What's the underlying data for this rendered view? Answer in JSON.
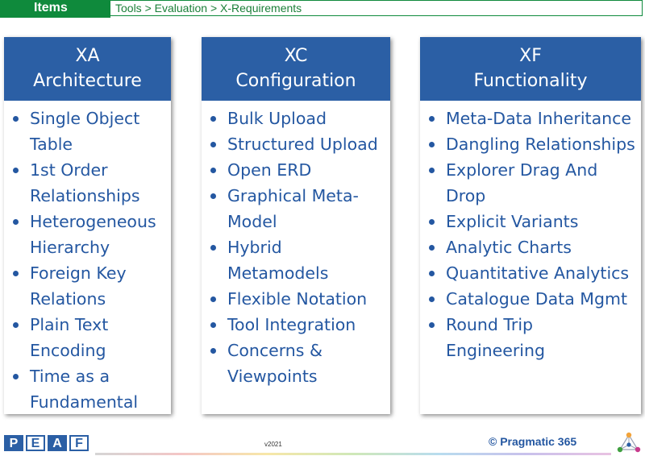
{
  "header": {
    "items_tab": "Items",
    "breadcrumb": [
      "Tools",
      "Evaluation",
      "X-Requirements"
    ],
    "separator": ">"
  },
  "cards": [
    {
      "code": "XA",
      "title": "Architecture",
      "items": [
        [
          "Single Object",
          "Table"
        ],
        [
          "1st Order",
          "Relationships"
        ],
        [
          "Heterogeneous",
          "Hierarchy"
        ],
        [
          "Foreign Key",
          "Relations"
        ],
        [
          "Plain Text",
          "Encoding"
        ],
        [
          "Time as a",
          "Fundamental"
        ]
      ]
    },
    {
      "code": "XC",
      "title": "Configuration",
      "items": [
        [
          "Bulk Upload"
        ],
        [
          "Structured Upload"
        ],
        [
          "Open ERD"
        ],
        [
          "Graphical Meta-",
          "Model"
        ],
        [
          "Hybrid",
          "Metamodels"
        ],
        [
          "Flexible Notation"
        ],
        [
          "Tool Integration"
        ],
        [
          "Concerns &",
          "Viewpoints"
        ]
      ]
    },
    {
      "code": "XF",
      "title": "Functionality",
      "items": [
        [
          "Meta-Data Inheritance"
        ],
        [
          "Dangling Relationships"
        ],
        [
          "Explorer Drag And",
          "Drop"
        ],
        [
          "Explicit Variants"
        ],
        [
          "Analytic Charts"
        ],
        [
          "Quantitative Analytics"
        ],
        [
          "Catalogue Data Mgmt"
        ],
        [
          "Round Trip",
          "Engineering"
        ]
      ]
    }
  ],
  "footer": {
    "peaf_letters": [
      "P",
      "E",
      "A",
      "F"
    ],
    "version": "v2021",
    "brand": "© Pragmatic 365"
  },
  "colors": {
    "green": "#0f8a3c",
    "header_blue": "#2b5fa5",
    "text_blue": "#2457a1"
  },
  "icons": [
    "pragmatic-logo-icon"
  ]
}
